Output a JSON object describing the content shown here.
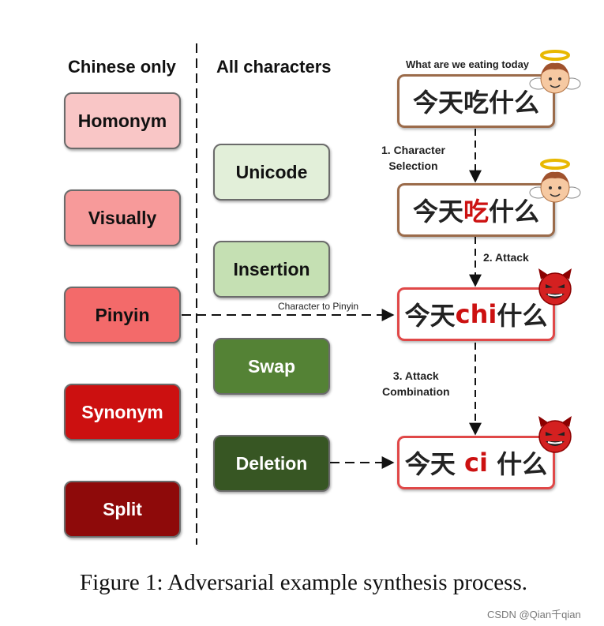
{
  "columns": {
    "chinese_only": "Chinese only",
    "all_characters": "All characters"
  },
  "left_boxes": [
    {
      "label": "Homonym",
      "fill": "#f9c6c6",
      "text": "#111111"
    },
    {
      "label": "Visually",
      "fill": "#f79a9a",
      "text": "#111111"
    },
    {
      "label": "Pinyin",
      "fill": "#f36a6a",
      "text": "#111111"
    },
    {
      "label": "Synonym",
      "fill": "#cc1010",
      "text": "#ffffff"
    },
    {
      "label": "Split",
      "fill": "#8e0a0a",
      "text": "#ffffff"
    }
  ],
  "middle_boxes": [
    {
      "label": "Unicode",
      "fill": "#e2efd9",
      "text": "#111111"
    },
    {
      "label": "Insertion",
      "fill": "#c5e0b3",
      "text": "#111111"
    },
    {
      "label": "Swap",
      "fill": "#548235",
      "text": "#ffffff"
    },
    {
      "label": "Deletion",
      "fill": "#375623",
      "text": "#ffffff"
    }
  ],
  "flow": {
    "speech": "What are we eating today",
    "sentence1": {
      "text": "今天吃什么"
    },
    "step1": "1. Character\nSelection",
    "sentence2": {
      "pre": "今天",
      "hl": "吃",
      "post": "什么"
    },
    "step2": "2. Attack",
    "pinyin_label": "Character to Pinyin",
    "sentence3": {
      "pre": "今天",
      "hl": "chi",
      "post": "什么"
    },
    "step3": "3. Attack\nCombination",
    "sentence4": {
      "pre": "今天 ",
      "hl": "ci",
      "post": " 什么"
    }
  },
  "caption": "Figure 1:  Adversarial example synthesis process.",
  "watermark": "CSDN @Qian千qian",
  "colors": {
    "highlight": "#cc1111",
    "brown_border": "#9b6b4a",
    "red_border": "#e04848"
  }
}
